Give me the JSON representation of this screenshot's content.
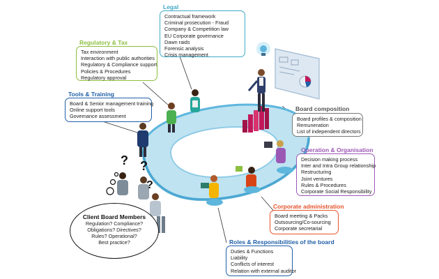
{
  "colors": {
    "legal": "#3fa9c6",
    "regulatory": "#8dbf3f",
    "tools": "#1f5ea8",
    "board": "#6e6e6e",
    "operation": "#9b59b6",
    "corporate": "#e5532b",
    "roles": "#1f5ea8",
    "table": "#bfe3f1",
    "table_ring": "#5eb6dd",
    "bars": "#c2185b"
  },
  "legal": {
    "title": "Legal",
    "items": [
      "Contractual framework",
      "Criminal prosecution - Fraud",
      "Company & Competition law",
      "EU Corporate governance",
      "Dawn raids",
      "Forensic analysis",
      "Crisis management"
    ]
  },
  "regulatory": {
    "title": "Regulatory & Tax",
    "items": [
      "Tax environment",
      "Interaction with public authorities",
      "Regulatory & Compliance support",
      "Policies & Procedures",
      "Regulatory approval"
    ]
  },
  "tools": {
    "title": "Tools & Training",
    "items": [
      "Board & Senior management training",
      "Online support tools",
      "Governance assessment"
    ]
  },
  "board": {
    "title": "Board composition",
    "items": [
      "Board profiles & composition",
      "Remuneration",
      "List of independent directors"
    ]
  },
  "operation": {
    "title": "Operation & Organisation",
    "items": [
      "Decision making process",
      "Inter and Intra Group relationship",
      "Restructuring",
      "Joint ventures",
      "Rules & Procedures",
      "Corporate Social Responsibility"
    ]
  },
  "corporate": {
    "title": "Corporate administration",
    "items": [
      "Board meeting & Packs",
      "Outsourcing/Co-sourcing",
      "Corporate secretarial"
    ]
  },
  "roles": {
    "title": "Roles & Responsibilities of the board",
    "items": [
      "Duties & Functions",
      "Liability",
      "Conflicts of interest",
      "Relation with external auditor"
    ]
  },
  "client": {
    "title": "Client Board Members",
    "lines": [
      "Regulation? Compliance?",
      "Obligations? Directives?",
      "Rules? Operational?",
      "Best practice?"
    ]
  }
}
